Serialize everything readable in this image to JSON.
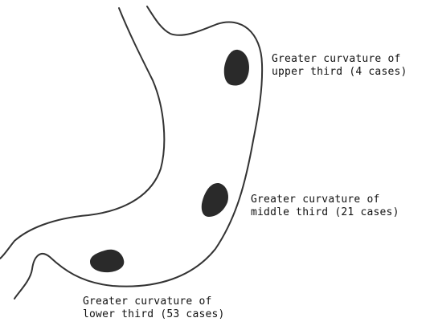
{
  "labels": {
    "upper": {
      "line1": "Greater curvature of",
      "line2": "upper third (4 cases)"
    },
    "middle": {
      "line1": "Greater curvature of",
      "line2": "middle third (21 cases)"
    },
    "lower": {
      "line1": "Greater curvature of",
      "line2": "lower third (53 cases)"
    }
  },
  "colors": {
    "outline": "#333333",
    "lesion": "#2a2a2a",
    "background": "#ffffff"
  }
}
